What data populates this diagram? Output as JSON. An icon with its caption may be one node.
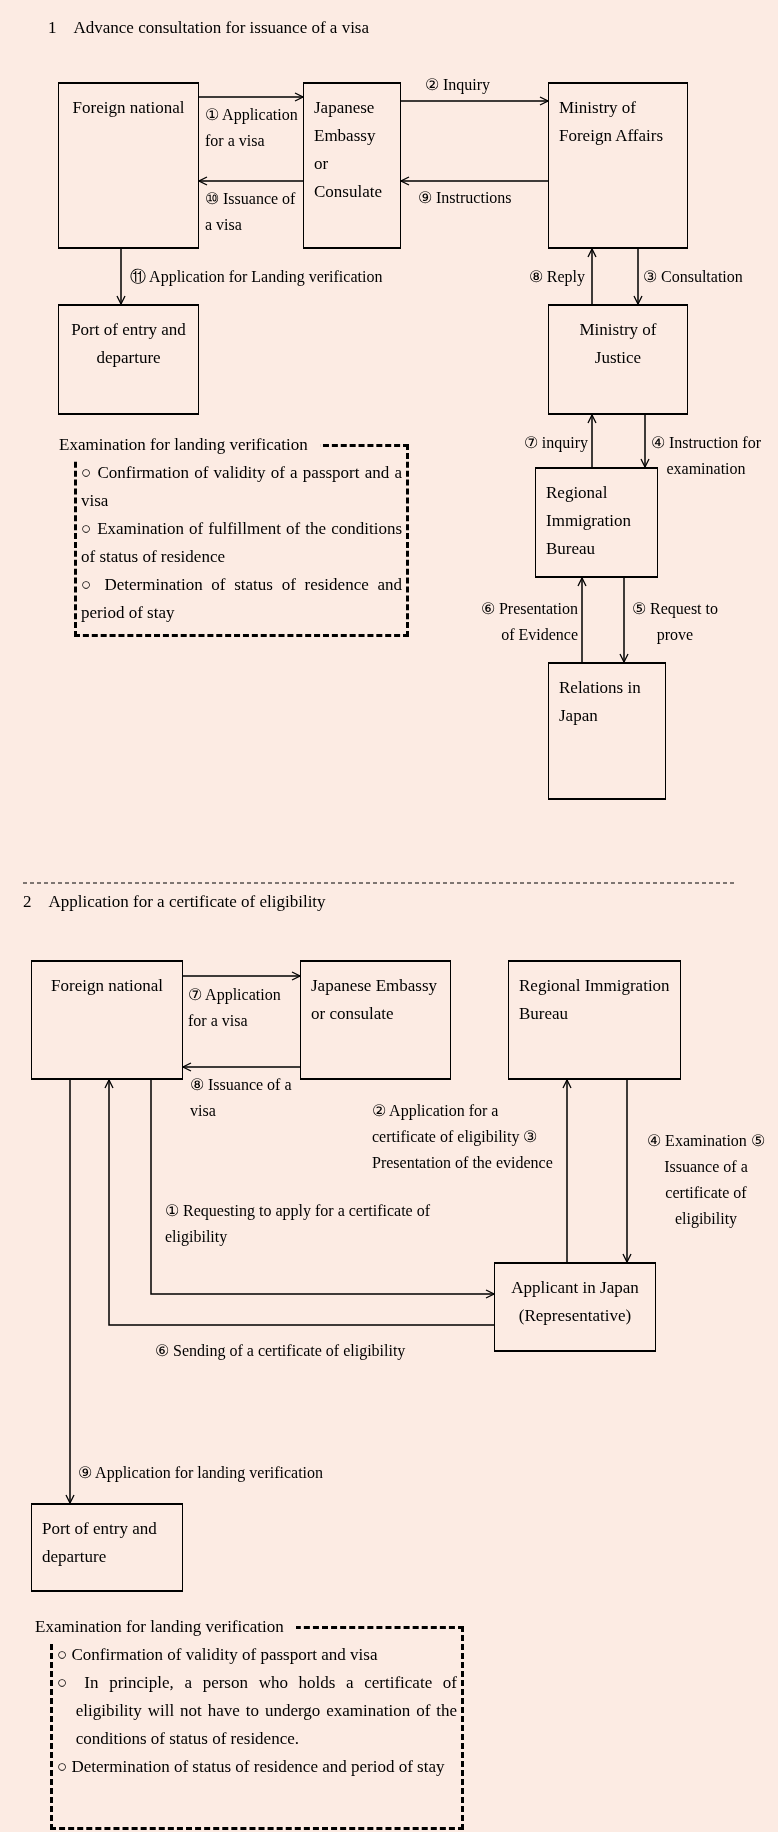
{
  "diagram": {
    "nodes": [
      {
        "text": [
          "Foreign national"
        ]
      },
      {
        "text": [
          "Japanese Embassy or Consulate"
        ]
      },
      {
        "text": [
          "Ministry of Foreign Affairs"
        ]
      },
      {
        "text": [
          "Port of entry and departure"
        ]
      },
      {
        "text": [
          "Ministry of Justice"
        ]
      },
      {
        "text": [
          "Examination for landing verification",
          "○ Confirmation of validity of a passport and a visa",
          "○ Examination of fulfillment of the conditions of status of residence",
          "○ Determination of status of residence and period of stay"
        ]
      },
      {
        "text": [
          "Regional Immigration Bureau"
        ]
      },
      {
        "text": [
          "Relations in Japan"
        ]
      },
      {
        "text": [
          "Foreign national"
        ]
      },
      {
        "text": [
          "Japanese Embassy or consulate"
        ]
      },
      {
        "text": [
          "Regional Immigration Bureau"
        ]
      },
      {
        "text": [
          "Applicant in Japan (Representative)"
        ]
      },
      {
        "text": [
          "Port of entry and departure"
        ]
      },
      {
        "text": [
          "Examination for landing verification",
          "○ Confirmation of validity of passport and visa",
          "○ In principle, a person who holds a certificate of eligibility will not have to undergo examination of the conditions of status of residence.",
          "○ Determination of status of residence and period of stay"
        ]
      }
    ],
    "edges": [
      {
        "from": 0,
        "to": 1,
        "arrow": "to",
        "label": "① Application for a visa"
      },
      {
        "from": 1,
        "to": 0,
        "arrow": "to",
        "label": "⑩ Issuance of a visa"
      },
      {
        "from": 1,
        "to": 2,
        "arrow": "to",
        "label": "② Inquiry"
      },
      {
        "from": 2,
        "to": 1,
        "arrow": "to",
        "label": "⑨ Instructions"
      },
      {
        "from": 0,
        "to": 3,
        "arrow": "to",
        "label": "⑪ Application for Landing verification"
      },
      {
        "from": 4,
        "to": 2,
        "arrow": "to",
        "label": "⑧ Reply"
      },
      {
        "from": 2,
        "to": 4,
        "arrow": "to",
        "label": "③ Consultation"
      },
      {
        "from": 6,
        "to": 4,
        "arrow": "to",
        "label": "⑦ inquiry"
      },
      {
        "from": 4,
        "to": 6,
        "arrow": "to",
        "label": "④ Instruction for examination"
      },
      {
        "from": 7,
        "to": 6,
        "arrow": "to",
        "label": "⑥ Presentation of Evidence"
      },
      {
        "from": 6,
        "to": 7,
        "arrow": "to",
        "label": "⑤ Request to prove"
      },
      {
        "from": 8,
        "to": 9,
        "arrow": "to",
        "label": "⑦ Application for a visa"
      },
      {
        "from": 9,
        "to": 8,
        "arrow": "to",
        "label": "⑧ Issuance of a visa"
      },
      {
        "from": 11,
        "to": 10,
        "arrow": "to",
        "label": "② Application for a certificate of eligibility ③ Presentation of the evidence"
      },
      {
        "from": 10,
        "to": 11,
        "arrow": "to",
        "label": "④ Examination ⑤ Issuance of a certificate of eligibility"
      },
      {
        "from": 8,
        "to": 11,
        "arrow": "to",
        "label": "① Requesting to apply for a certificate of eligibility"
      },
      {
        "from": 11,
        "to": 8,
        "arrow": "to",
        "label": "⑥ Sending of a certificate of eligibility"
      },
      {
        "from": 8,
        "to": 12,
        "arrow": "to",
        "label": "⑨ Application for landing verification"
      }
    ],
    "labels": [
      "1　Advance consultation for issuance of a visa",
      "2　Application for a certificate of eligibility"
    ]
  }
}
